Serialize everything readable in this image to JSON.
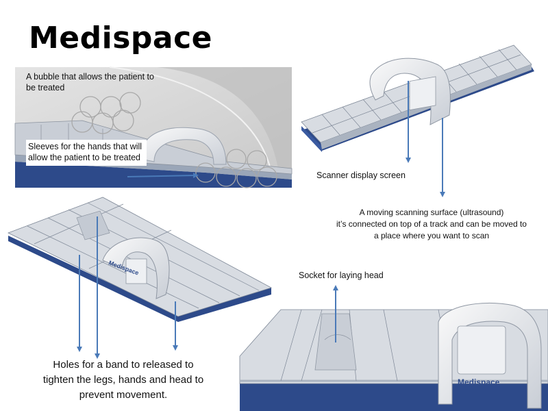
{
  "title": "Medispace",
  "brand_label": "Medispace",
  "labels": {
    "bubble": "A bubble that allows the patient to be treated",
    "sleeves": "Sleeves for the hands that will allow the patient to be treated",
    "scanner": "Scanner display screen",
    "surface_line1": "A moving scanning surface (ultrasound)",
    "surface_line2": "it’s connected on top of a track and can be moved to",
    "surface_line3": "a place where you want to scan",
    "socket": "Socket for laying head",
    "holes_line1": "Holes for a band to released to",
    "holes_line2": "tighten the legs, hands and head to",
    "holes_line3": "prevent movement."
  },
  "colors": {
    "arrow": "#4a7ab8",
    "base": "#2d4a8a",
    "panel": "#d8dce2",
    "panel_edge": "#7d8796",
    "photo_bg": "#d3d3d3"
  }
}
